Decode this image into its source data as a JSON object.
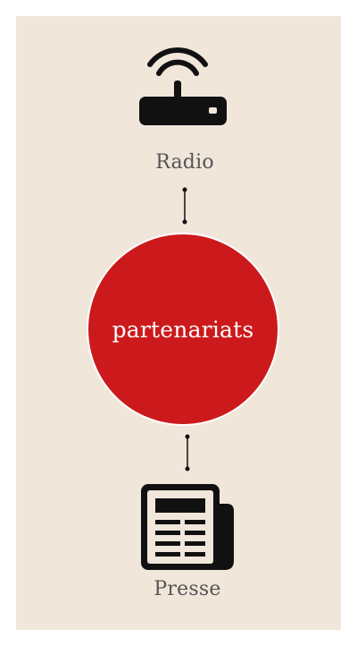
{
  "diagram": {
    "center": {
      "label": "partenariats",
      "color": "#cc1a1c"
    },
    "nodes": [
      {
        "id": "radio",
        "label": "Radio",
        "icon": "router-icon"
      },
      {
        "id": "presse",
        "label": "Presse",
        "icon": "newspaper-icon"
      }
    ],
    "colors": {
      "background": "#f0e6da",
      "icon": "#111111",
      "text": "#555555"
    }
  }
}
